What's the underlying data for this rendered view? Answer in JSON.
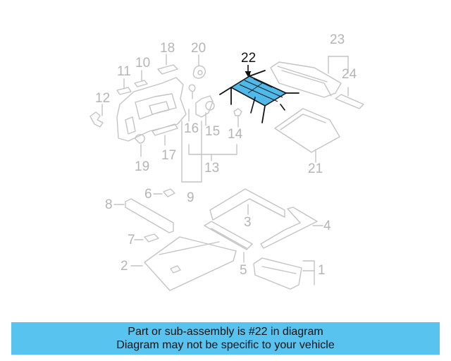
{
  "diagram": {
    "callouts": [
      "1",
      "2",
      "3",
      "4",
      "5",
      "6",
      "7",
      "8",
      "9",
      "10",
      "11",
      "12",
      "13",
      "14",
      "15",
      "16",
      "17",
      "18",
      "19",
      "20",
      "21",
      "22",
      "23",
      "24"
    ],
    "highlighted_callout": "22",
    "highlight_color": "#4fb9ea",
    "part_line_color": "#c4c4c4"
  },
  "banner": {
    "line1": "Part or sub-assembly is #22 in diagram",
    "line2": "Diagram may not be specific to your vehicle",
    "background_color": "#59c3f0"
  }
}
